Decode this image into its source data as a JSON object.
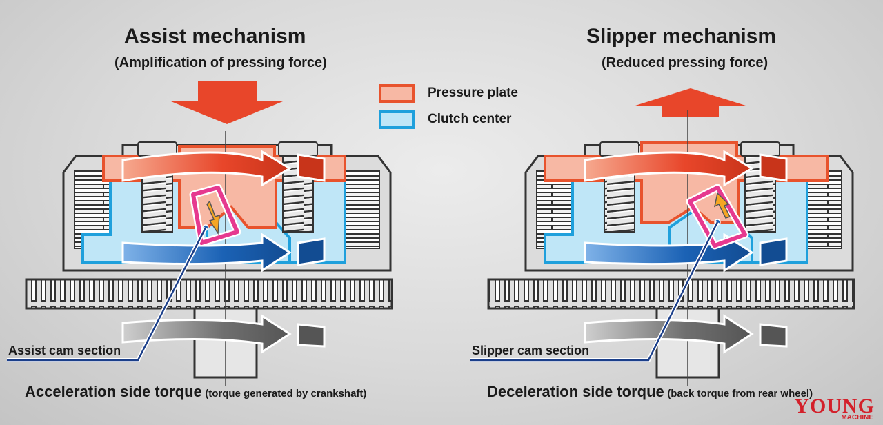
{
  "left": {
    "title": "Assist mechanism",
    "subtitle": "(Amplification of pressing force)",
    "cam_label": "Assist cam section",
    "torque_label": "Acceleration side torque",
    "torque_note": "(torque generated by crankshaft)"
  },
  "right": {
    "title": "Slipper mechanism",
    "subtitle": "(Reduced pressing force)",
    "cam_label": "Slipper cam section",
    "torque_label": "Deceleration side torque",
    "torque_note": "(back torque from rear wheel)"
  },
  "legend": {
    "items": [
      {
        "label": "Pressure plate",
        "fill": "#f7b8a4",
        "border": "#e8532d"
      },
      {
        "label": "Clutch center",
        "fill": "#bfe6f7",
        "border": "#1fa0dc"
      }
    ]
  },
  "logo": {
    "text": "YOUNG",
    "sub": "MACHINE"
  },
  "colors": {
    "arrow_red": "#e8462a",
    "arrow_blue": "#1b62b5",
    "cam_pink": "#e6398f",
    "gray_part": "#dcdcdc",
    "outline": "#333333"
  }
}
